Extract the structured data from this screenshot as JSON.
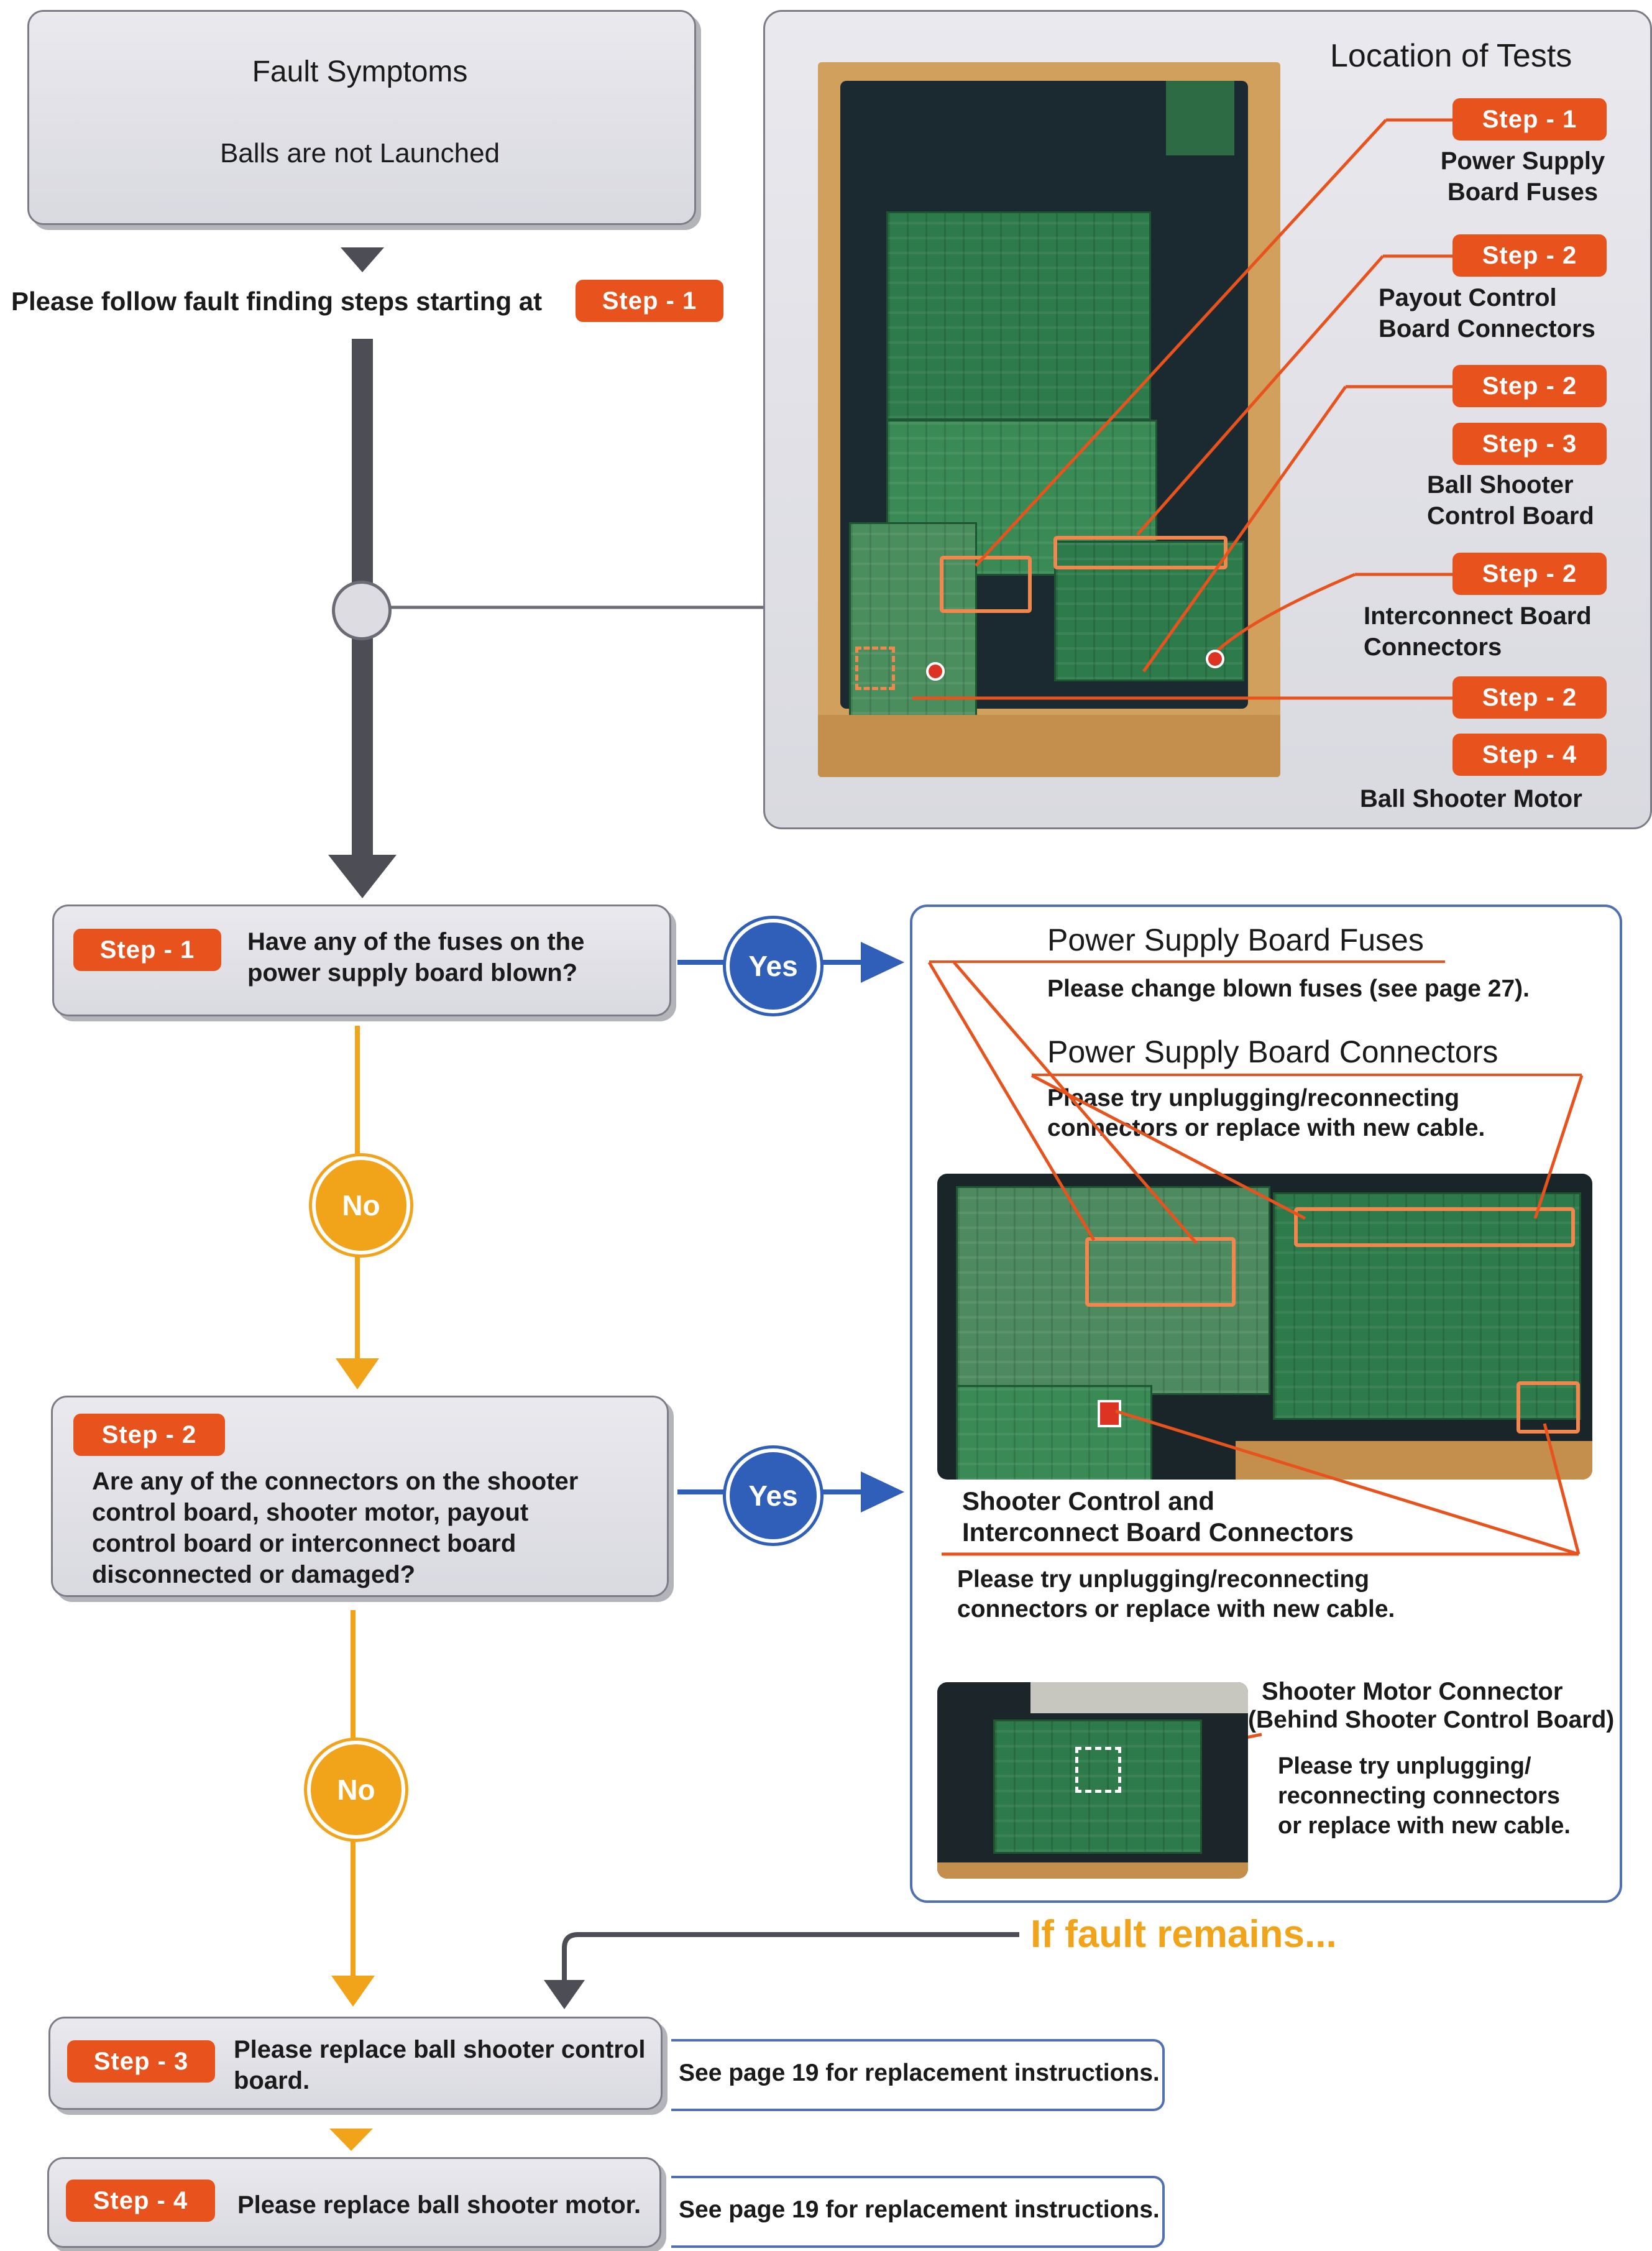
{
  "fault": {
    "heading": "Fault Symptoms",
    "symptom": "Balls are not Launched"
  },
  "intro": {
    "text": "Please follow fault finding steps starting at",
    "step": "Step - 1"
  },
  "location": {
    "title": "Location of Tests",
    "items": [
      {
        "steps": [
          "Step - 1"
        ],
        "label_l1": "Power Supply",
        "label_l2": "Board Fuses"
      },
      {
        "steps": [
          "Step - 2"
        ],
        "label_l1": "Payout Control",
        "label_l2": "Board Connectors"
      },
      {
        "steps": [
          "Step - 2",
          "Step - 3"
        ],
        "label_l1": "Ball Shooter",
        "label_l2": "Control Board"
      },
      {
        "steps": [
          "Step - 2"
        ],
        "label_l1": "Interconnect Board",
        "label_l2": "Connectors"
      },
      {
        "steps": [
          "Step - 2",
          "Step - 4"
        ],
        "label_l1": "Ball Shooter Motor",
        "label_l2": ""
      }
    ]
  },
  "flow": {
    "step1": {
      "tag": "Step - 1",
      "q1": "Have any of the fuses on the",
      "q2": "power supply board blown?"
    },
    "step2": {
      "tag": "Step - 2",
      "q1": "Are any of the connectors on the shooter",
      "q2": "control board, shooter motor, payout",
      "q3": "control board or interconnect board",
      "q4": "disconnected or damaged?"
    },
    "step3": {
      "tag": "Step - 3",
      "q1": "Please replace ball shooter control",
      "q2": "board."
    },
    "step4": {
      "tag": "Step - 4",
      "q1": "Please replace ball shooter motor."
    },
    "yes": "Yes",
    "no": "No",
    "fault_remains": "If fault remains...",
    "see_page": "See page 19 for replacement instructions."
  },
  "fixes": {
    "psu_fuses_title": "Power Supply Board Fuses",
    "psu_fuses_text": "Please change blown fuses (see page 27).",
    "psu_conn_title": "Power Supply Board Connectors",
    "psu_conn_l1": "Please try unplugging/reconnecting",
    "psu_conn_l2": "connectors or replace with new cable.",
    "shooter_title_l1": "Shooter Control and",
    "shooter_title_l2": "Interconnect Board Connectors",
    "shooter_l1": "Please try unplugging/reconnecting",
    "shooter_l2": "connectors or replace with new cable.",
    "motor_title_l1": "Shooter Motor Connector",
    "motor_title_l2": "(Behind Shooter Control Board)",
    "motor_l1": "Please try unplugging/",
    "motor_l2": "reconnecting connectors",
    "motor_l3": "or replace with new cable."
  },
  "colors": {
    "step": "#e8531d",
    "yes": "#2f5fb8",
    "no": "#f1a31a",
    "flow_gray": "#4d4d55",
    "frame": "#4f70b3"
  }
}
